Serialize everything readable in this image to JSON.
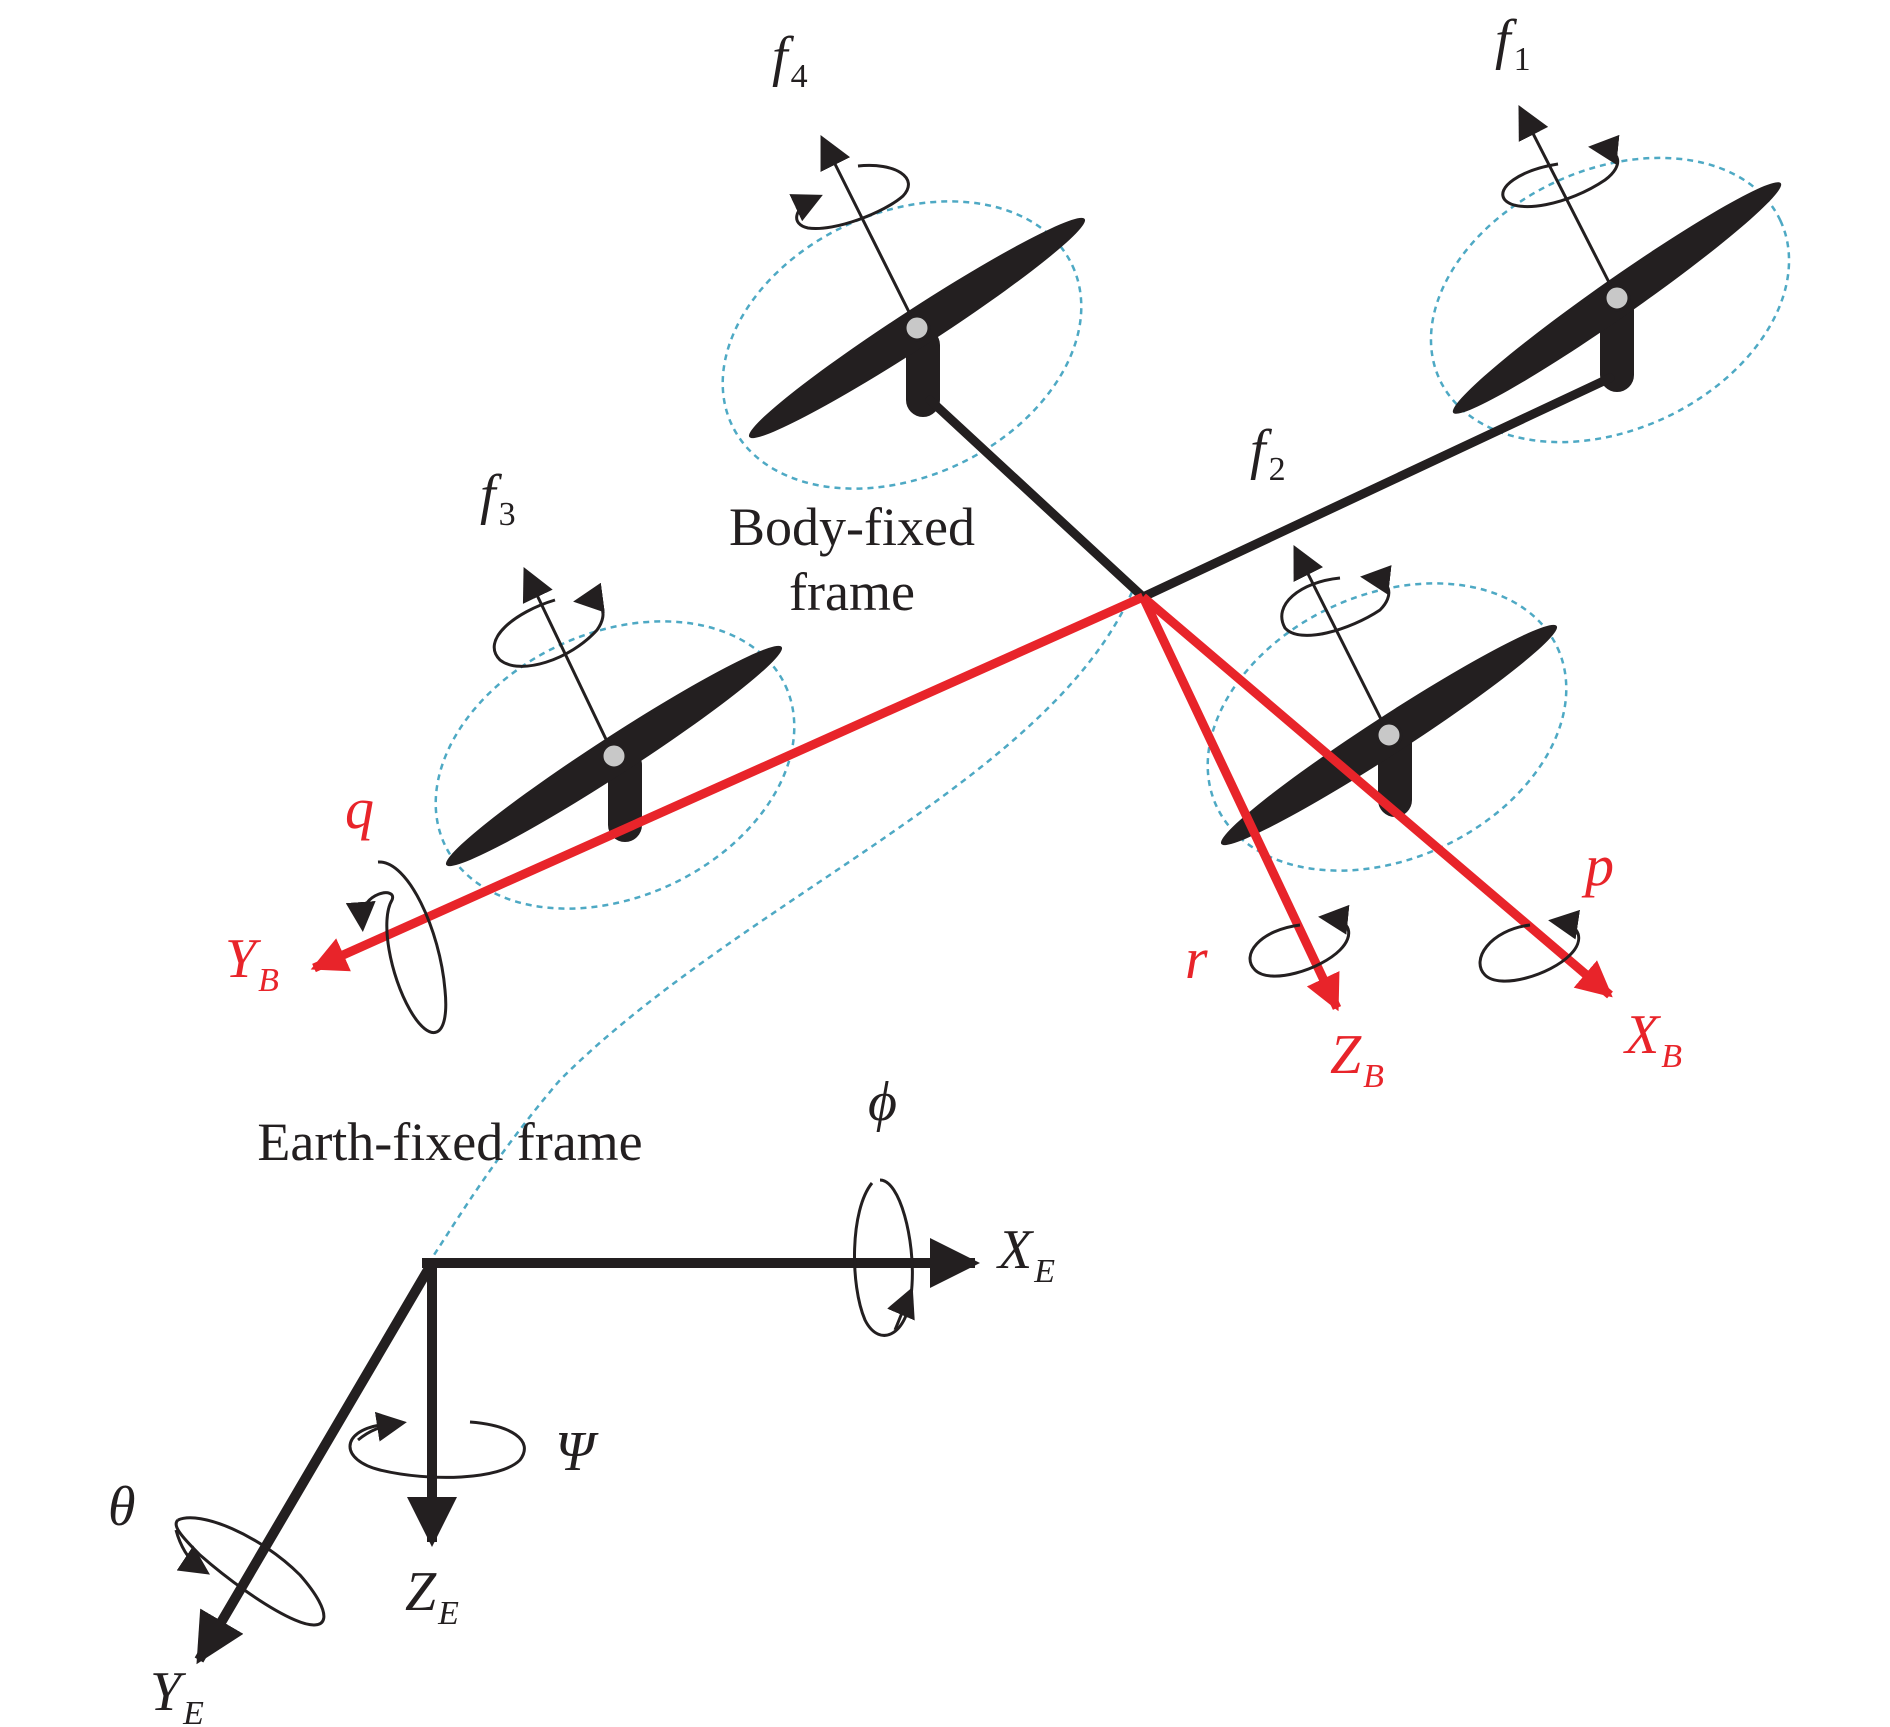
{
  "colors": {
    "frame": "#231f20",
    "body_axis": "#e8242a",
    "dashed": "#4ea9c4",
    "hub": "#c8c8c8"
  },
  "labels": {
    "body_frame_line1": "Body-fixed",
    "body_frame_line2": "frame",
    "earth_frame": "Earth-fixed frame"
  },
  "rotors": {
    "f1": {
      "base": "f",
      "sub": "1"
    },
    "f2": {
      "base": "f",
      "sub": "2"
    },
    "f3": {
      "base": "f",
      "sub": "3"
    },
    "f4": {
      "base": "f",
      "sub": "4"
    }
  },
  "body_axes": {
    "xb": {
      "base": "X",
      "sub": "B"
    },
    "yb": {
      "base": "Y",
      "sub": "B"
    },
    "zb": {
      "base": "Z",
      "sub": "B"
    },
    "p": "p",
    "q": "q",
    "r": "r"
  },
  "earth_axes": {
    "xe": {
      "base": "X",
      "sub": "E"
    },
    "ye": {
      "base": "Y",
      "sub": "E"
    },
    "ze": {
      "base": "Z",
      "sub": "E"
    },
    "phi": "ϕ",
    "theta": "θ",
    "psi": "Ψ"
  }
}
